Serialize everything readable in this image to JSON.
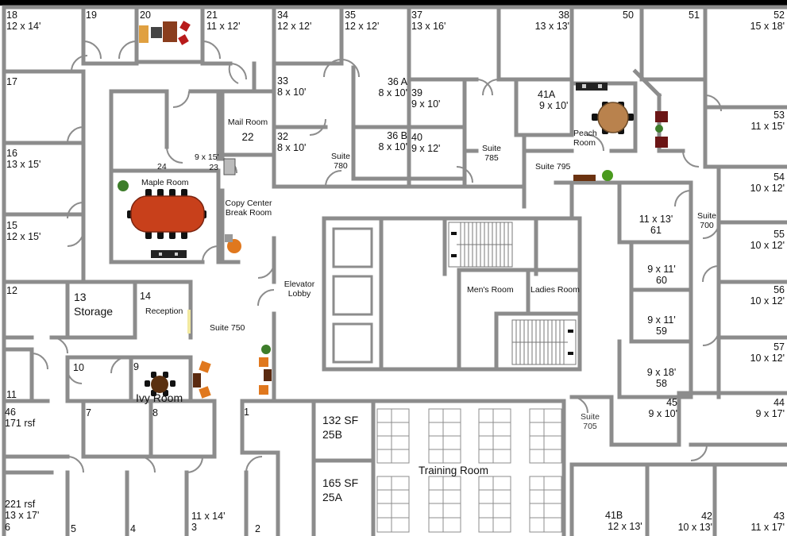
{
  "rooms": {
    "r18": {
      "num": "18",
      "size": "12 x 14'"
    },
    "r19": {
      "num": "19"
    },
    "r20": {
      "num": "20"
    },
    "r21": {
      "num": "21",
      "size": "11 x 12'"
    },
    "r34": {
      "num": "34",
      "size": "12 x 12'"
    },
    "r35": {
      "num": "35",
      "size": "12 x 12'"
    },
    "r37": {
      "num": "37",
      "size": "13 x 16'"
    },
    "r38": {
      "num": "38",
      "size": "13 x 13'"
    },
    "r50": {
      "num": "50"
    },
    "r51": {
      "num": "51"
    },
    "r52": {
      "num": "52",
      "size": "15 x 18'"
    },
    "r17": {
      "num": "17"
    },
    "r33": {
      "num": "33",
      "size": "8 x 10'"
    },
    "r36a": {
      "num": "36 A",
      "size": "8 x 10'"
    },
    "r39": {
      "num": "39",
      "size": "9 x 10'"
    },
    "r41a": {
      "num": "41A",
      "size": "9 x 10'"
    },
    "mail": {
      "name": "Mail Room",
      "num": "22"
    },
    "r53": {
      "num": "53",
      "size": "11 x 15'"
    },
    "r32": {
      "num": "32",
      "size": "8 x 10'"
    },
    "r36b": {
      "num": "36 B",
      "size": "8 x 10'"
    },
    "r40": {
      "num": "40",
      "size": "9 x 12'"
    },
    "peach": {
      "line1": "Peach",
      "line2": "Room"
    },
    "r16": {
      "num": "16",
      "size": "13 x 15'"
    },
    "r23": {
      "size": "9 x 15'",
      "num": "23"
    },
    "r24": {
      "num": "24"
    },
    "suite780": {
      "label": "Suite",
      "num": "780"
    },
    "suite785": {
      "label": "Suite",
      "num": "785"
    },
    "suite795": {
      "label": "Suite 795"
    },
    "maple": {
      "name": "Maple Room"
    },
    "copy": {
      "line1": "Copy Center",
      "line2": "Break Room"
    },
    "r54": {
      "num": "54",
      "size": "10 x 12'"
    },
    "r61": {
      "size": "11 x 13'",
      "num": "61"
    },
    "suite700": {
      "label": "Suite",
      "num": "700"
    },
    "r15": {
      "num": "15",
      "size": "12 x 15'"
    },
    "r55": {
      "num": "55",
      "size": "10 x 12'"
    },
    "r60": {
      "size": "9 x 11'",
      "num": "60"
    },
    "elevator": {
      "line1": "Elevator",
      "line2": "Lobby"
    },
    "mens": {
      "name": "Men's Room"
    },
    "ladies": {
      "name": "Ladies Room"
    },
    "r12": {
      "num": "12"
    },
    "r13": {
      "num": "13",
      "name": "Storage"
    },
    "r14": {
      "num": "14",
      "name": "Reception"
    },
    "r56": {
      "num": "56",
      "size": "10 x 12'"
    },
    "r59": {
      "size": "9 x 11'",
      "num": "59"
    },
    "suite750": {
      "label": "Suite 750"
    },
    "r57": {
      "num": "57",
      "size": "10 x 12'"
    },
    "r10": {
      "num": "10"
    },
    "r9": {
      "num": "9"
    },
    "ivy": {
      "name": "Ivy Room"
    },
    "r58": {
      "size": "9 x 18'",
      "num": "58"
    },
    "r11": {
      "num": "11"
    },
    "r46": {
      "num": "46",
      "size": "171 rsf"
    },
    "r7": {
      "num": "7"
    },
    "r8": {
      "num": "8"
    },
    "r1": {
      "num": "1"
    },
    "r25b": {
      "size": "132 SF",
      "num": "25B"
    },
    "r45": {
      "num": "45",
      "size": "9 x 10'"
    },
    "r44": {
      "num": "44",
      "size": "9 x 17'"
    },
    "suite705": {
      "label": "Suite",
      "num": "705"
    },
    "training": {
      "name": "Training Room"
    },
    "r25a": {
      "size": "165 SF",
      "num": "25A"
    },
    "r41b": {
      "num": "41B",
      "size": "12 x 13'"
    },
    "r42": {
      "num": "42",
      "size": "10 x 13'"
    },
    "r43": {
      "num": "43",
      "size": "11 x 17'"
    },
    "r6": {
      "num": "6",
      "size1": "221 rsf",
      "size2": "13 x 17'"
    },
    "r5": {
      "num": "5"
    },
    "r4": {
      "num": "4"
    },
    "r3": {
      "num": "3",
      "size": "11 x 14'"
    },
    "r2": {
      "num": "2"
    }
  }
}
